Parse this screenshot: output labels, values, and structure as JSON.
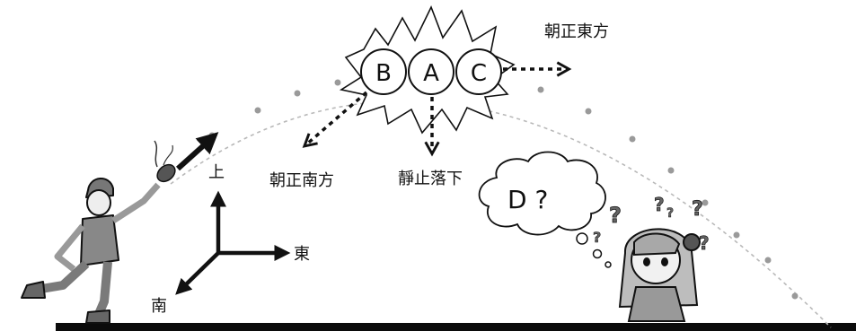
{
  "labels": {
    "east_dir": "朝正東方",
    "south_dir": "朝正南方",
    "fall": "靜止落下",
    "axis_up": "上",
    "axis_east": "東",
    "axis_south": "南"
  },
  "fragments": [
    "B",
    "A",
    "C"
  ],
  "thought": "D ?",
  "colors": {
    "ink": "#111111",
    "gray": "#9a9a9a",
    "ground": "#0b0b0b"
  }
}
